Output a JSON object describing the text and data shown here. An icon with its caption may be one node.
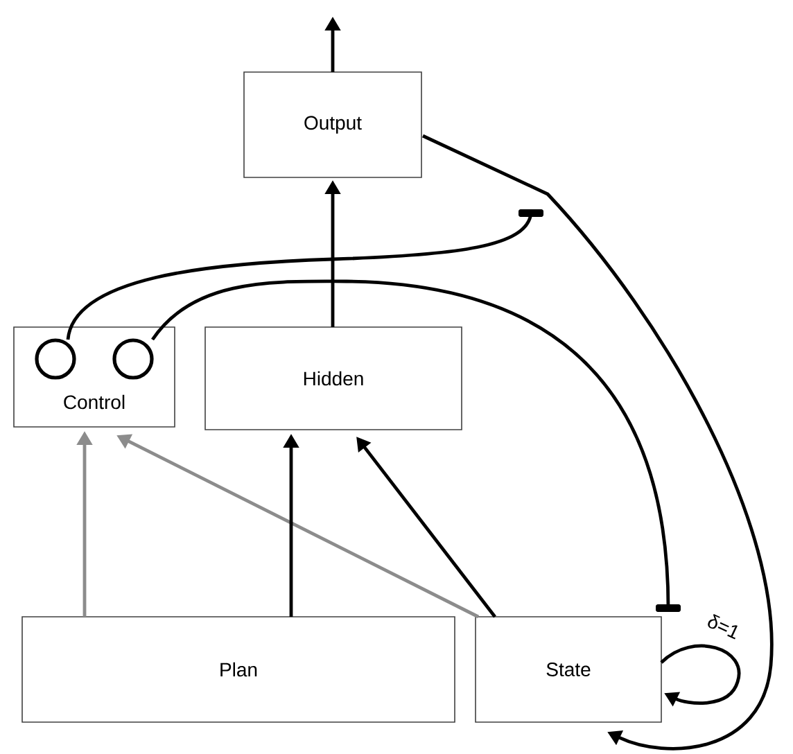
{
  "diagram": {
    "nodes": [
      {
        "text": [
          "Output"
        ]
      },
      {
        "text": [
          "Control"
        ]
      },
      {
        "text": [],
        "shape": "circle",
        "in": 1
      },
      {
        "text": [],
        "shape": "circle",
        "in": 1
      },
      {
        "text": [
          "Hidden"
        ]
      },
      {
        "text": [
          "Plan"
        ]
      },
      {
        "text": [
          "State"
        ]
      }
    ],
    "edges": [
      {
        "from": 0,
        "to": null,
        "arrow": "to"
      },
      {
        "from": 4,
        "to": 0,
        "arrow": "to"
      },
      {
        "from": 5,
        "to": 1,
        "arrow": "to",
        "color": "#8c8c8c"
      },
      {
        "from": 6,
        "to": 1,
        "arrow": "to",
        "color": "#8c8c8c"
      },
      {
        "from": 5,
        "to": 4,
        "arrow": "to"
      },
      {
        "from": 6,
        "to": 4,
        "arrow": "to"
      },
      {
        "from": 6,
        "to": 6,
        "arrow": "to",
        "label": "δ=1"
      },
      {
        "from": 0,
        "to": 6,
        "arrow": "to"
      },
      {
        "from": 2,
        "to": null,
        "arrow": "other"
      },
      {
        "from": 3,
        "to": 6,
        "arrow": "other"
      }
    ]
  }
}
